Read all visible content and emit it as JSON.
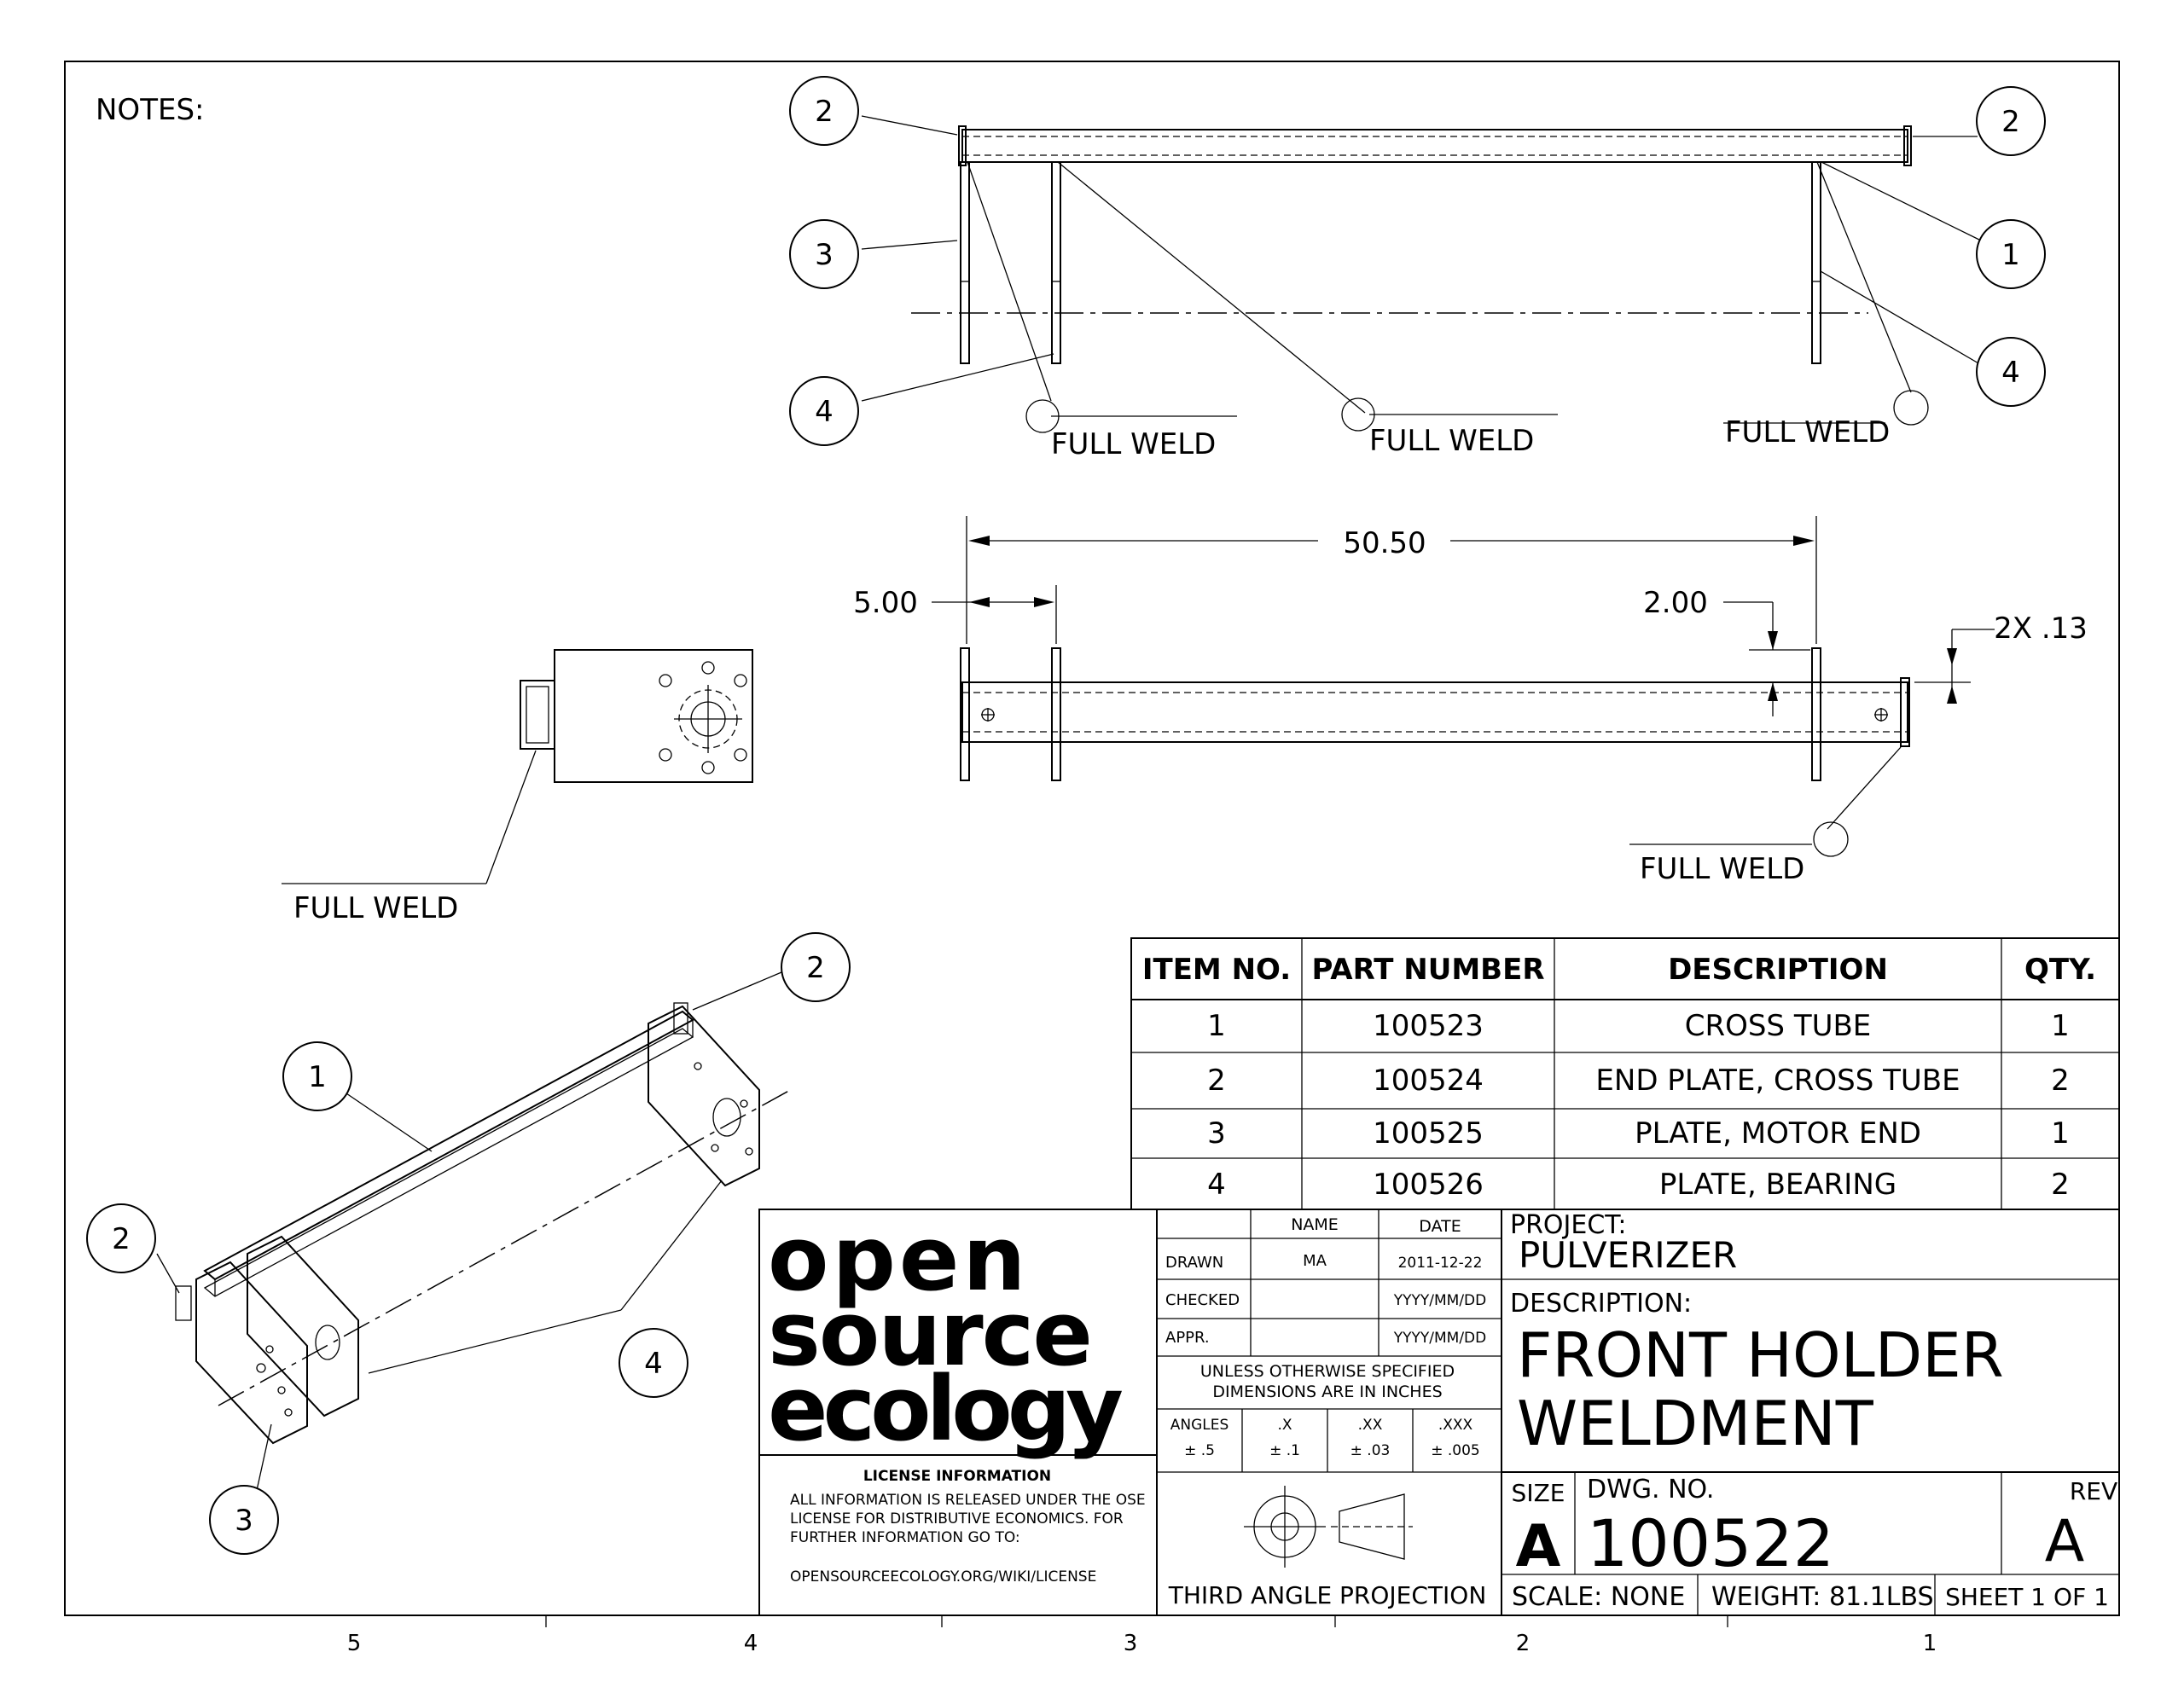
{
  "notes_label": "NOTES:",
  "weld_label": "FULL WELD",
  "balloons": [
    "1",
    "2",
    "3",
    "4"
  ],
  "dimensions": {
    "overall": "50.50",
    "left_offset": "5.00",
    "right_offset": "2.00",
    "thickness": "2X .13"
  },
  "bom": {
    "headers": [
      "ITEM NO.",
      "PART NUMBER",
      "DESCRIPTION",
      "QTY."
    ],
    "rows": [
      [
        "1",
        "100523",
        "CROSS TUBE",
        "1"
      ],
      [
        "2",
        "100524",
        "END PLATE, CROSS TUBE",
        "2"
      ],
      [
        "3",
        "100525",
        "PLATE, MOTOR END",
        "1"
      ],
      [
        "4",
        "100526",
        "PLATE, BEARING",
        "2"
      ]
    ]
  },
  "title_block": {
    "logo_lines": [
      "open",
      "source",
      "ecology"
    ],
    "license_title": "LICENSE INFORMATION",
    "license_text": [
      "ALL INFORMATION IS RELEASED UNDER THE OSE",
      "LICENSE FOR DISTRIBUTIVE ECONOMICS. FOR",
      "FURTHER INFORMATION GO TO:"
    ],
    "license_url": "OPENSOURCEECOLOGY.ORG/WIKI/LICENSE",
    "name_header": "NAME",
    "date_header": "DATE",
    "drawn_label": "DRAWN",
    "drawn_name": "MA",
    "drawn_date": "2011-12-22",
    "checked_label": "CHECKED",
    "checked_date": "YYYY/MM/DD",
    "appr_label": "APPR.",
    "appr_date": "YYYY/MM/DD",
    "unless_text": [
      "UNLESS OTHERWISE SPECIFIED",
      "DIMENSIONS ARE IN INCHES"
    ],
    "tolerance_headers": [
      "ANGLES",
      ".X",
      ".XX",
      ".XXX"
    ],
    "tolerance_values": [
      "± .5",
      "± .1",
      "± .03",
      "± .005"
    ],
    "projection_label": "THIRD ANGLE PROJECTION",
    "project_label": "PROJECT:",
    "project_value": "PULVERIZER",
    "description_label": "DESCRIPTION:",
    "description_lines": [
      "FRONT HOLDER",
      "WELDMENT"
    ],
    "size_label": "SIZE",
    "size_value": "A",
    "dwg_label": "DWG.  NO.",
    "dwg_value": "100522",
    "rev_label": "REV",
    "rev_value": "A",
    "scale": "SCALE: NONE",
    "weight": "WEIGHT: 81.1LBS",
    "sheet": "SHEET 1 OF 1"
  },
  "zone_labels": [
    "5",
    "4",
    "3",
    "2",
    "1"
  ]
}
